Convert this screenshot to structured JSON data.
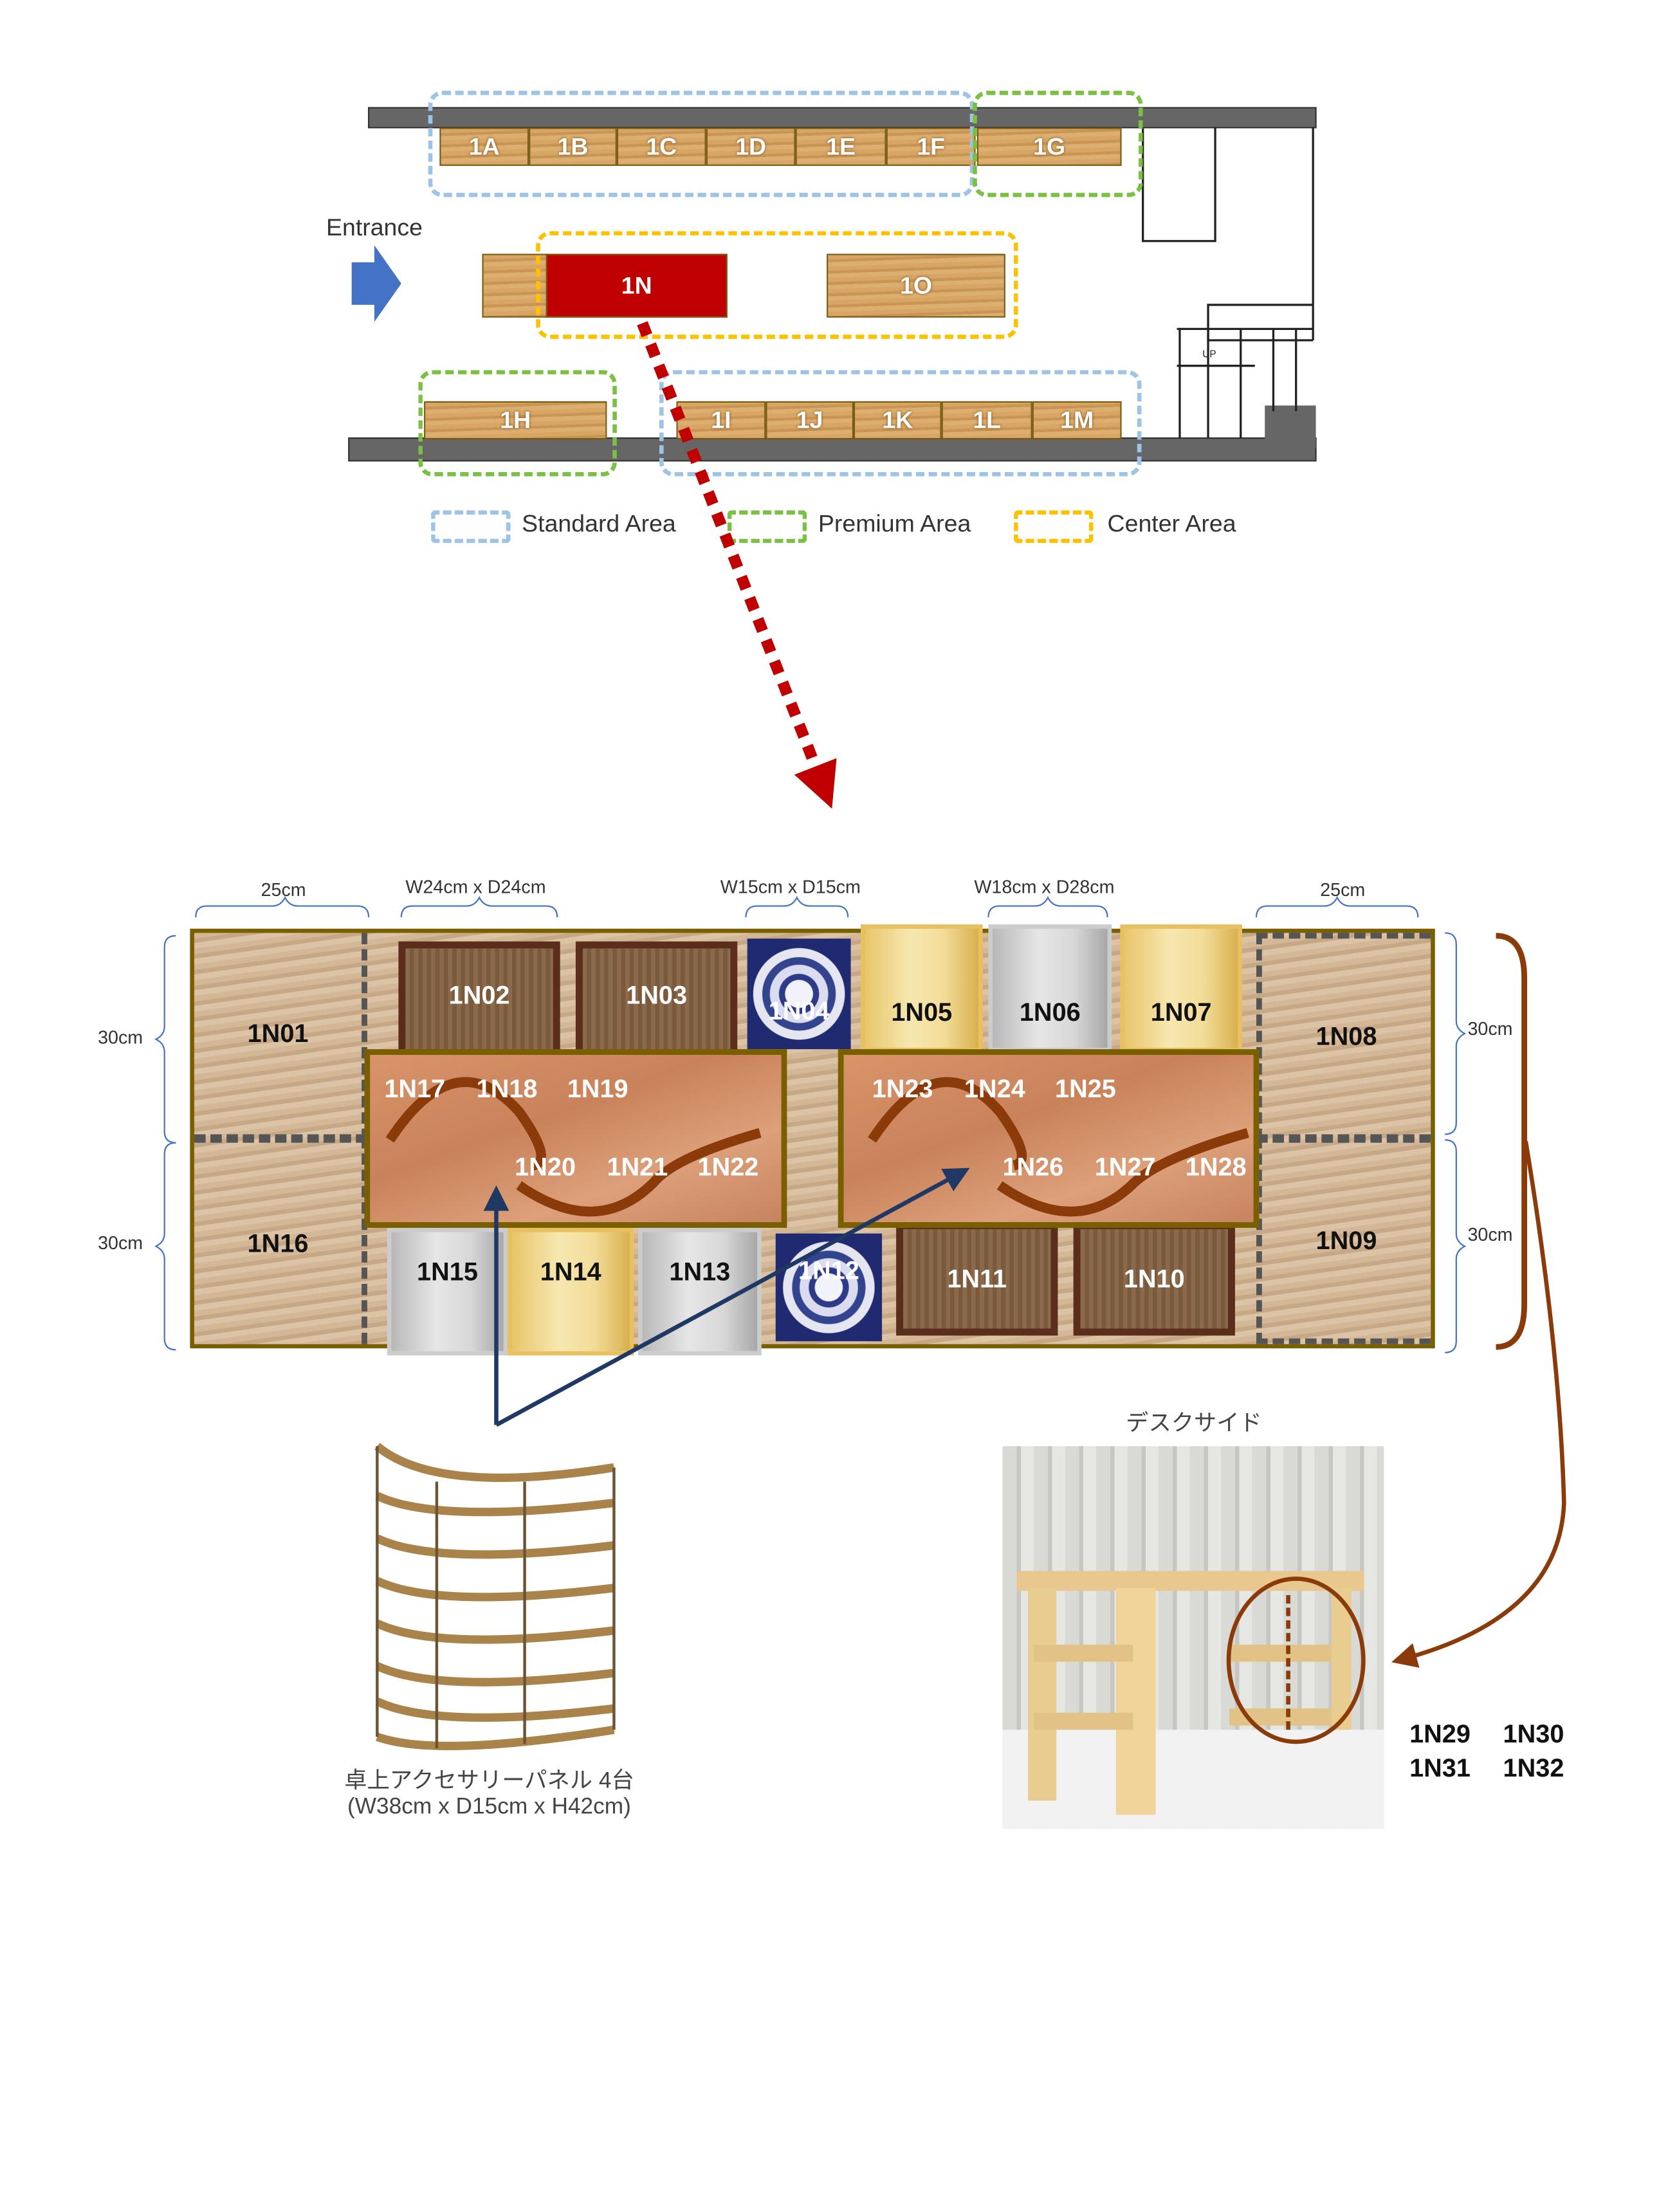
{
  "floor_plan": {
    "entrance_label": "Entrance",
    "booths_top": [
      "1A",
      "1B",
      "1C",
      "1D",
      "1E",
      "1F",
      "1G"
    ],
    "booths_center": [
      "1N",
      "1O"
    ],
    "booths_bottom": [
      "1H",
      "1I",
      "1J",
      "1K",
      "1L",
      "1M"
    ],
    "stairs_label": "UP",
    "legend": [
      {
        "label": "Standard Area",
        "color": "#9dc3e6"
      },
      {
        "label": "Premium Area",
        "color": "#7ac143"
      },
      {
        "label": "Center Area",
        "color": "#ffc000"
      }
    ],
    "highlight_color": "#c00000"
  },
  "layout": {
    "dimensions_top": [
      "25cm",
      "W24cm x D24cm",
      "W15cm x D15cm",
      "W18cm x D28cm",
      "25cm"
    ],
    "dimensions_left": [
      "30cm",
      "30cm"
    ],
    "dimensions_right": [
      "30cm",
      "30cm"
    ],
    "corners": [
      "1N01",
      "1N16",
      "1N08",
      "1N09"
    ],
    "top_row": [
      "1N02",
      "1N03",
      "1N04",
      "1N05",
      "1N06",
      "1N07"
    ],
    "bottom_row": [
      "1N15",
      "1N14",
      "1N13",
      "1N12",
      "1N11",
      "1N10"
    ],
    "tray_left": {
      "top": [
        "1N17",
        "1N18",
        "1N19"
      ],
      "bottom": [
        "1N20",
        "1N21",
        "1N22"
      ]
    },
    "tray_right": {
      "top": [
        "1N23",
        "1N24",
        "1N25"
      ],
      "bottom": [
        "1N26",
        "1N27",
        "1N28"
      ]
    }
  },
  "panel": {
    "caption_line1": "卓上アクセサリーパネル 4台",
    "caption_line2": "(W38cm x D15cm x H42cm)"
  },
  "desk": {
    "title": "デスクサイド",
    "slots": [
      "1N29",
      "1N30",
      "1N31",
      "1N32"
    ]
  }
}
